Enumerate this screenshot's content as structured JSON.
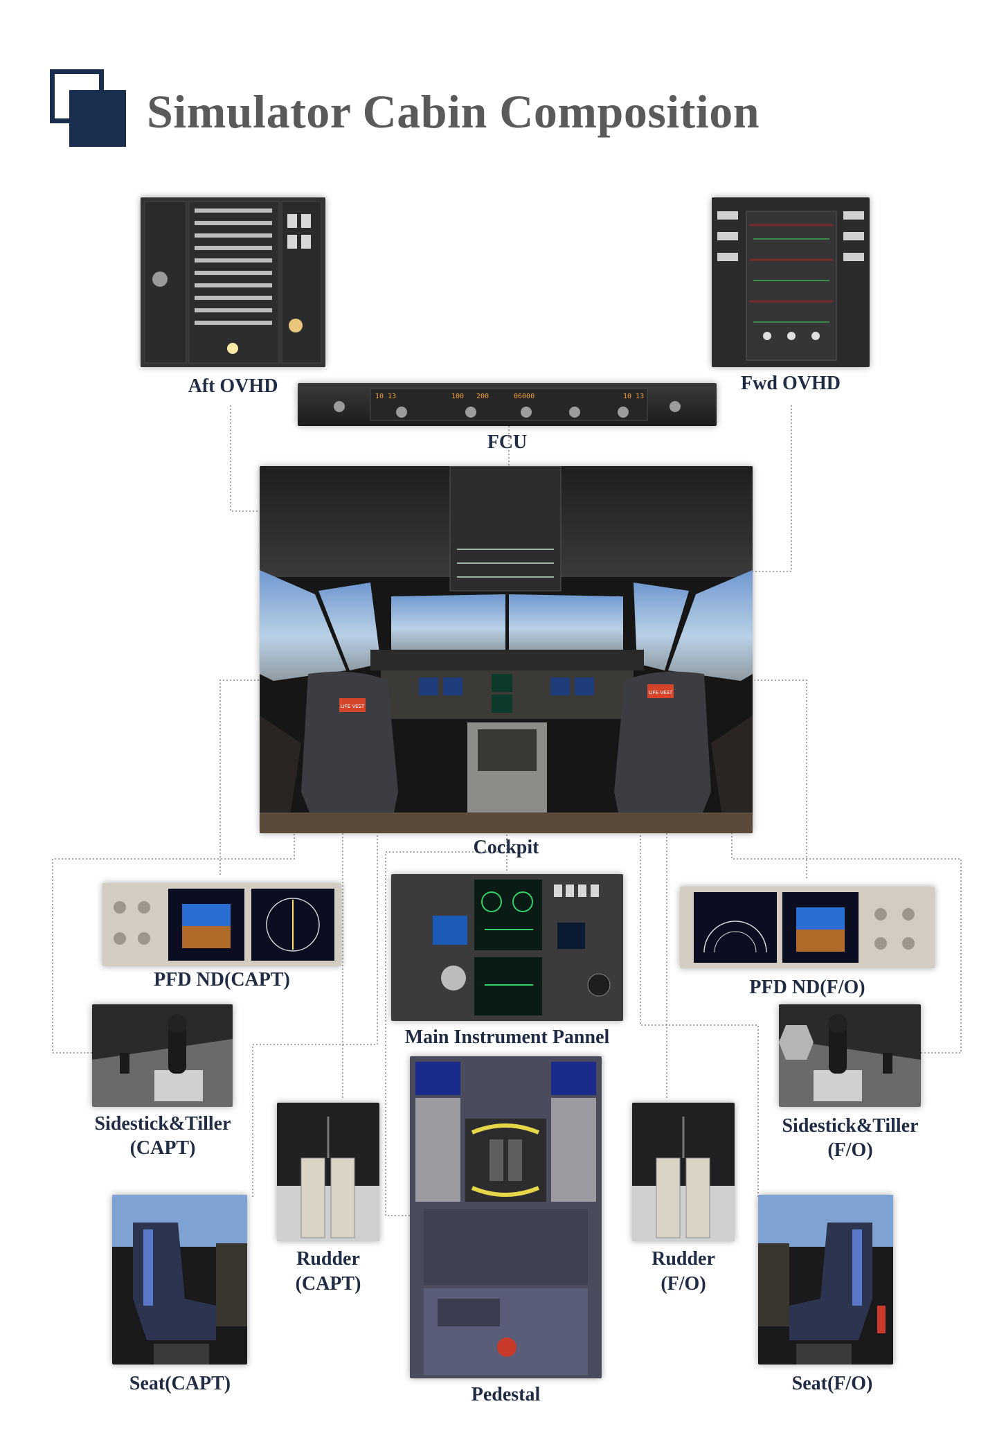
{
  "title": "Simulator Cabin Composition",
  "colors": {
    "accent": "#1a2e4f",
    "title_gray": "#5a5a5a",
    "label": "#1f2c44"
  },
  "labels": {
    "aft_ovhd": "Aft OVHD",
    "fwd_ovhd": "Fwd OVHD",
    "fcu": "FCU",
    "cockpit": "Cockpit",
    "pfd_capt": "PFD ND(CAPT)",
    "pfd_fo": "PFD ND(F/O)",
    "main_panel": "Main Instrument Pannel",
    "sidestick_capt_1": "Sidestick&Tiller",
    "sidestick_capt_2": "(CAPT)",
    "sidestick_fo_1": "Sidestick&Tiller",
    "sidestick_fo_2": "(F/O)",
    "rudder_capt_1": "Rudder",
    "rudder_capt_2": "(CAPT)",
    "rudder_fo_1": "Rudder",
    "rudder_fo_2": "(F/O)",
    "seat_capt": "Seat(CAPT)",
    "seat_fo": "Seat(F/O)",
    "pedestal": "Pedestal"
  },
  "fcu_readouts": [
    "10 13",
    "100",
    "200",
    "06000",
    "10 13"
  ],
  "placards": [
    "LIFE VEST",
    "LIFE VEST"
  ]
}
